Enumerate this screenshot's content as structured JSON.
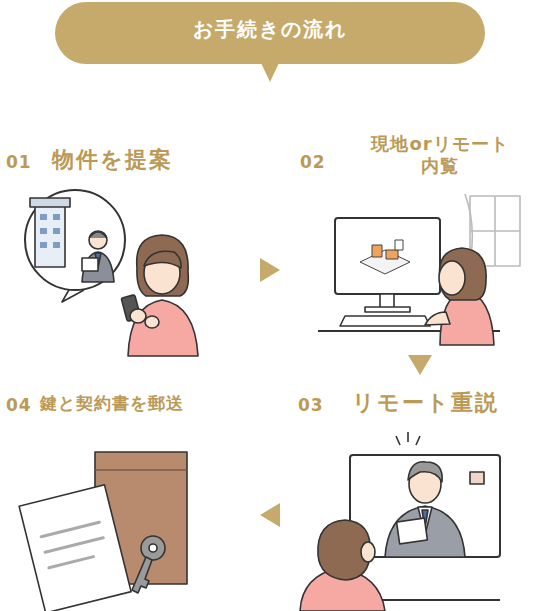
{
  "diagram": {
    "title": "お手続きの流れ",
    "nodes": [
      {
        "text": [
          "01",
          "物件を提案"
        ]
      },
      {
        "text": [
          "02",
          "現地orリモート 内覧"
        ]
      },
      {
        "text": [
          "03",
          "リモート重説"
        ]
      },
      {
        "text": [
          "04",
          "鍵と契約書を郵送"
        ]
      }
    ],
    "edges": [
      {
        "from": 0,
        "to": 1,
        "arrow": "to"
      },
      {
        "from": 1,
        "to": 2,
        "arrow": "to"
      },
      {
        "from": 2,
        "to": 3,
        "arrow": "to"
      }
    ]
  }
}
